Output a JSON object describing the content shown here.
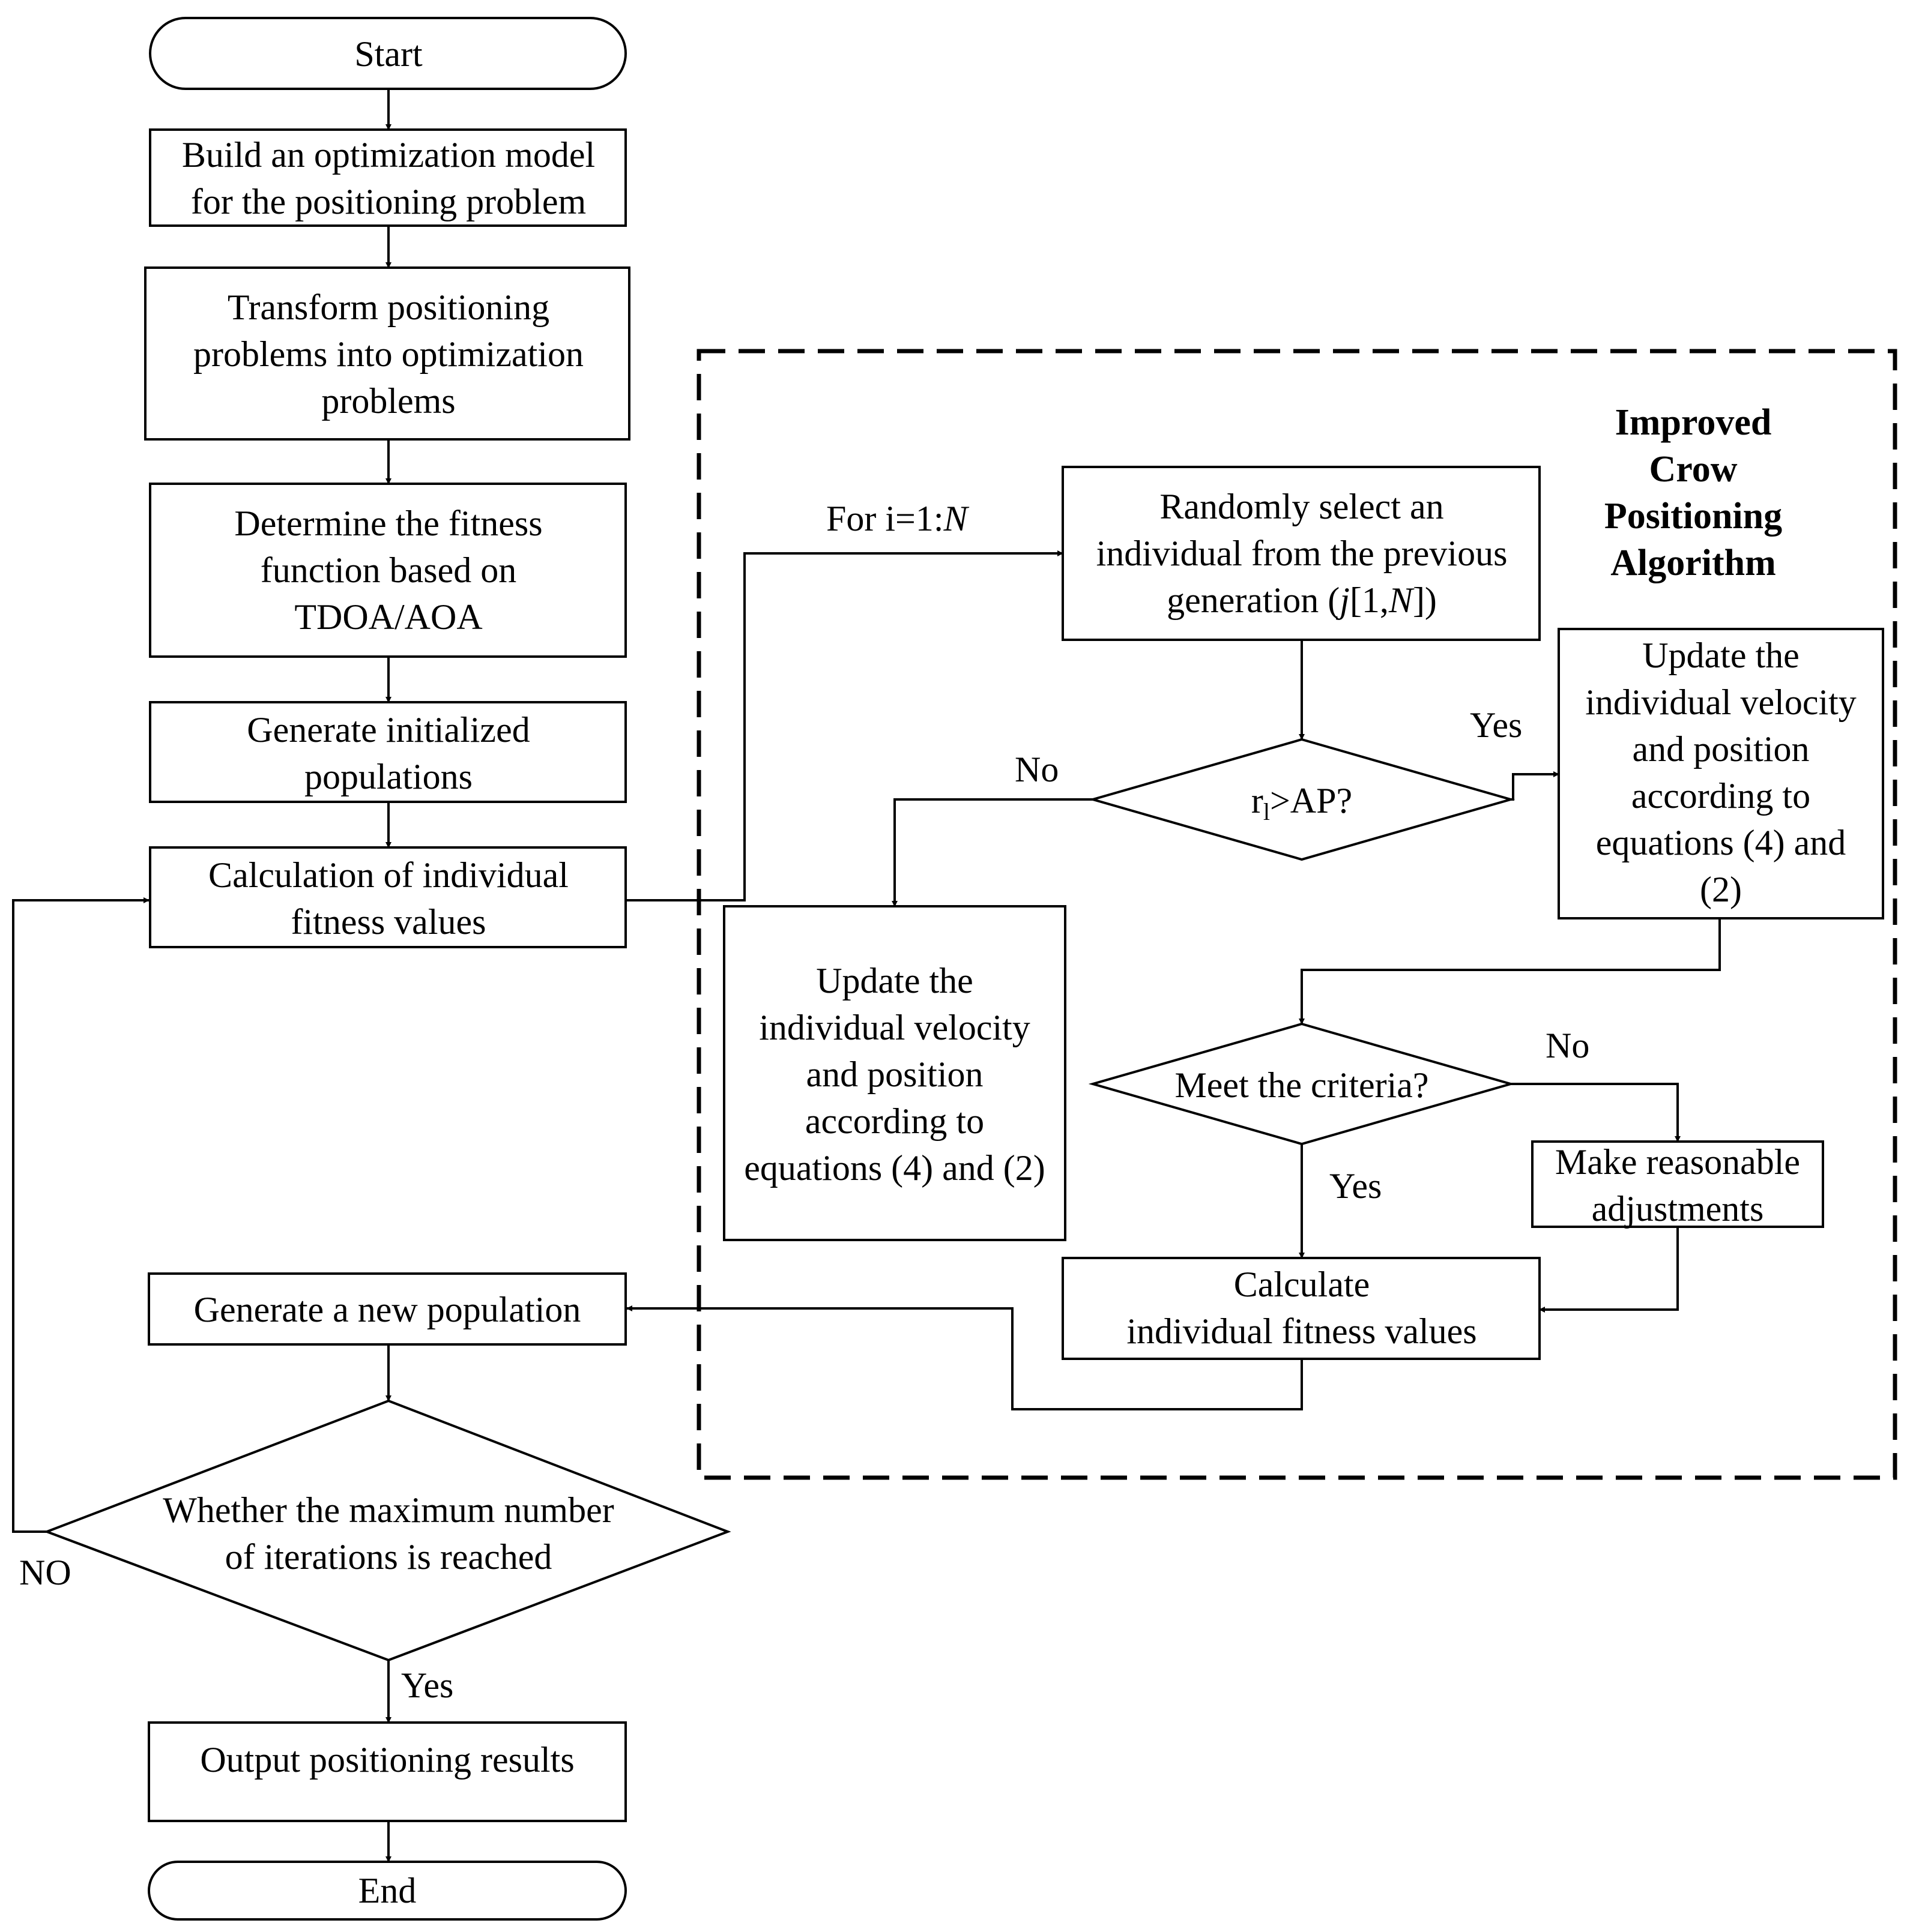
{
  "nodes": {
    "start": {
      "label": "Start"
    },
    "build_model": {
      "lines": [
        "Build an optimization model",
        "for the positioning problem"
      ]
    },
    "transform": {
      "lines": [
        "Transform positioning",
        "problems  into optimization",
        "problems"
      ]
    },
    "fitness_fn": {
      "lines": [
        "Determine the fitness",
        "function based on",
        "TDOA/AOA"
      ]
    },
    "init_pop": {
      "lines": [
        "Generate initialized",
        "populations"
      ]
    },
    "calc_fitness": {
      "lines": [
        "Calculation of individual",
        "fitness values"
      ]
    },
    "random_select": {
      "line1": "Randomly select an",
      "line2": "individual from the previous",
      "line3_pre": "generation (",
      "line3_j": "j",
      "line3_mid": "[1,",
      "line3_n": "N",
      "line3_post": "])"
    },
    "decision_ap": {
      "r": "r",
      "sub": "l",
      "rest": ">AP?"
    },
    "update_yes": {
      "lines": [
        "Update the",
        "individual velocity",
        "and position",
        "according to",
        "equations (4) and",
        "(2)"
      ]
    },
    "update_no": {
      "lines": [
        "Update the",
        "individual velocity",
        "and position",
        "according to",
        "equations (4) and (2)"
      ]
    },
    "meet_criteria": {
      "label": "Meet the criteria?"
    },
    "adjust": {
      "lines": [
        "Make reasonable",
        "adjustments"
      ]
    },
    "calc_individual": {
      "lines": [
        "Calculate",
        "individual fitness values"
      ]
    },
    "new_pop": {
      "label": "Generate a new population"
    },
    "max_iter": {
      "lines": [
        "Whether the maximum number",
        "of iterations is reached"
      ]
    },
    "output": {
      "label": "Output positioning results"
    },
    "end": {
      "label": "End"
    }
  },
  "group": {
    "lines": [
      "Improved",
      "Crow",
      "Positioning",
      "Algorithm"
    ]
  },
  "edge_labels": {
    "loop_pre": "For i=1:",
    "loop_n": "N",
    "ap_yes": "Yes",
    "ap_no": "No",
    "criteria_no": "No",
    "criteria_yes": "Yes",
    "iter_no": "NO",
    "iter_yes": "Yes"
  }
}
